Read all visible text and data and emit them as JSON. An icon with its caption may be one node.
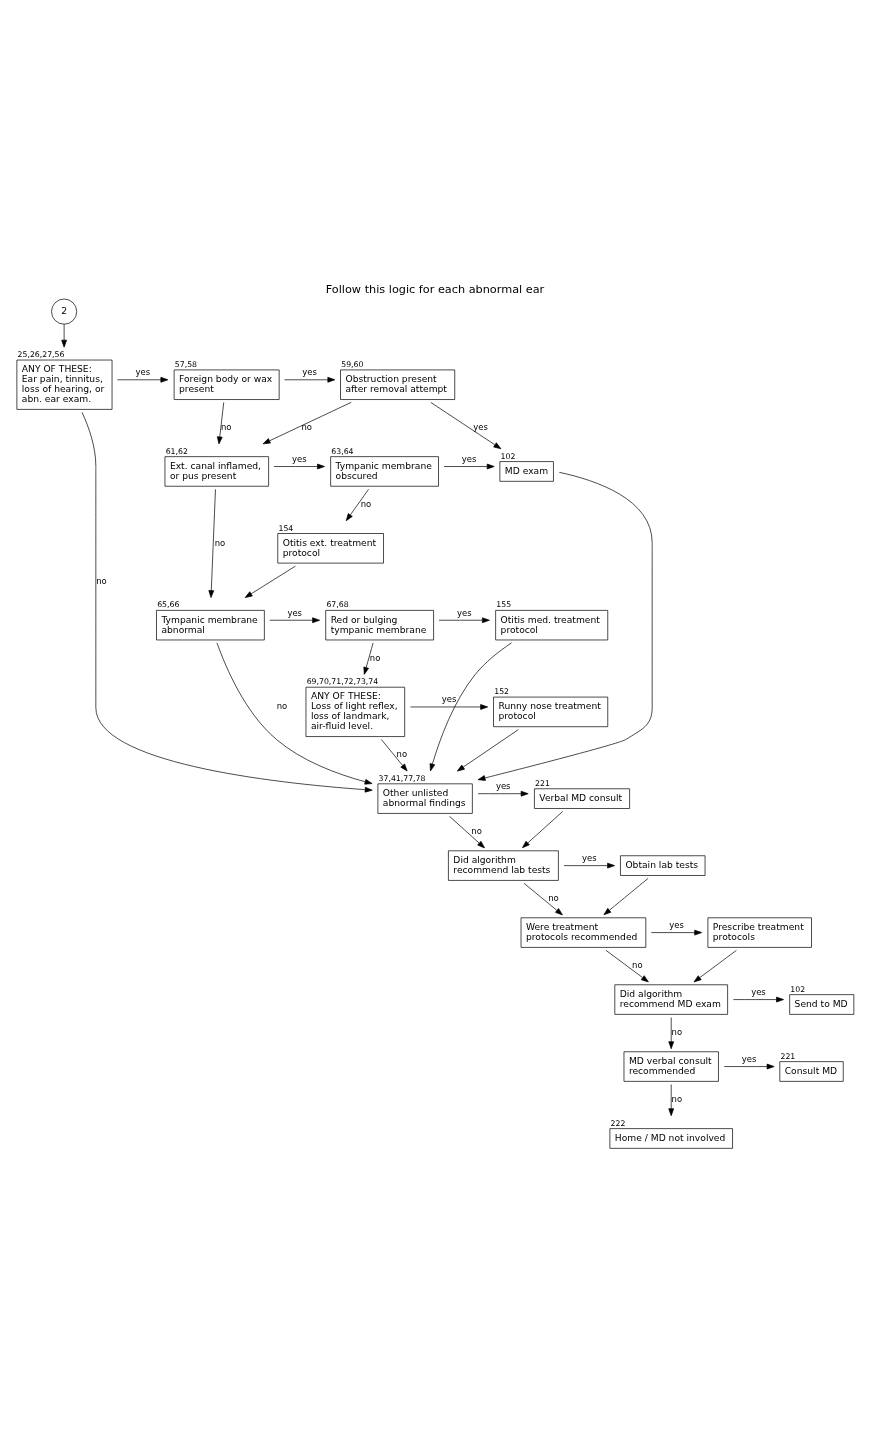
{
  "diagram": {
    "title": "Follow this logic for each abnormal ear",
    "nodes": [
      {
        "text": [
          "2"
        ]
      },
      {
        "text": [
          "ANY OF THESE:",
          "Ear pain, tinnitus, loss of hearing, or abn. ear exam."
        ],
        "beside": [
          "25,26,27,56"
        ]
      },
      {
        "text": [
          "Foreign body or wax present"
        ],
        "beside": [
          "57,58"
        ]
      },
      {
        "text": [
          "Obstruction present after removal attempt"
        ],
        "beside": [
          "59,60"
        ]
      },
      {
        "text": [
          "Ext. canal inflamed, or pus present"
        ],
        "beside": [
          "61,62"
        ]
      },
      {
        "text": [
          "Tympanic membrane obscured"
        ],
        "beside": [
          "63,64"
        ]
      },
      {
        "text": [
          "MD exam"
        ],
        "beside": [
          "102"
        ]
      },
      {
        "text": [
          "Otitis ext. treatment protocol"
        ],
        "beside": [
          "154"
        ]
      },
      {
        "text": [
          "Tympanic membrane abnormal"
        ],
        "beside": [
          "65,66"
        ]
      },
      {
        "text": [
          "Red or bulging tympanic membrane"
        ],
        "beside": [
          "67,68"
        ]
      },
      {
        "text": [
          "Otitis med. treatment protocol"
        ],
        "beside": [
          "155"
        ]
      },
      {
        "text": [
          "ANY OF THESE:",
          "Loss of light reflex, loss of landmark, air-fluid level."
        ],
        "beside": [
          "69,70,71,72,73,74"
        ]
      },
      {
        "text": [
          "Runny nose treatment protocol"
        ],
        "beside": [
          "152"
        ]
      },
      {
        "text": [
          "Other unlisted abnormal findings"
        ],
        "beside": [
          "37,41,77,78"
        ]
      },
      {
        "text": [
          "Verbal MD consult"
        ],
        "beside": [
          "221"
        ]
      },
      {
        "text": [
          "Did algorithm recommend lab tests"
        ]
      },
      {
        "text": [
          "Obtain lab tests"
        ]
      },
      {
        "text": [
          "Were treatment protocols recommended"
        ]
      },
      {
        "text": [
          "Prescribe treatment protocols"
        ]
      },
      {
        "text": [
          "Did algorithm recommend MD exam"
        ]
      },
      {
        "text": [
          "Send to MD"
        ],
        "beside": [
          "102"
        ]
      },
      {
        "text": [
          "MD verbal consult recommended"
        ]
      },
      {
        "text": [
          "Consult MD"
        ],
        "beside": [
          "221"
        ]
      },
      {
        "text": [
          "Home / MD not involved"
        ],
        "beside": [
          "222"
        ]
      }
    ],
    "edges": [
      {
        "from": 0,
        "to": 1,
        "arrow": "to"
      },
      {
        "from": 1,
        "to": 2,
        "arrow": "to",
        "label": "yes"
      },
      {
        "from": 2,
        "to": 3,
        "arrow": "to",
        "label": "yes"
      },
      {
        "from": 3,
        "to": 6,
        "arrow": "to",
        "label": "yes"
      },
      {
        "from": 3,
        "to": 4,
        "arrow": "to",
        "label": "no"
      },
      {
        "from": 2,
        "to": 4,
        "arrow": "to",
        "label": "no"
      },
      {
        "from": 4,
        "to": 5,
        "arrow": "to",
        "label": "yes"
      },
      {
        "from": 5,
        "to": 6,
        "arrow": "to",
        "label": "yes"
      },
      {
        "from": 5,
        "to": 7,
        "arrow": "to",
        "label": "no"
      },
      {
        "from": 4,
        "to": 8,
        "arrow": "to",
        "label": "no"
      },
      {
        "from": 7,
        "to": 8,
        "arrow": "to"
      },
      {
        "from": 8,
        "to": 9,
        "arrow": "to",
        "label": "yes"
      },
      {
        "from": 9,
        "to": 10,
        "arrow": "to",
        "label": "yes"
      },
      {
        "from": 9,
        "to": 11,
        "arrow": "to",
        "label": "no"
      },
      {
        "from": 11,
        "to": 12,
        "arrow": "to",
        "label": "yes"
      },
      {
        "from": 1,
        "to": 13,
        "arrow": "to",
        "label": "no"
      },
      {
        "from": 8,
        "to": 13,
        "arrow": "to",
        "label": "no"
      },
      {
        "from": 11,
        "to": 13,
        "arrow": "to",
        "label": "no"
      },
      {
        "from": 6,
        "to": 13,
        "arrow": "to"
      },
      {
        "from": 10,
        "to": 13,
        "arrow": "to"
      },
      {
        "from": 12,
        "to": 13,
        "arrow": "to"
      },
      {
        "from": 13,
        "to": 14,
        "arrow": "to",
        "label": "yes"
      },
      {
        "from": 13,
        "to": 15,
        "arrow": "to",
        "label": "no"
      },
      {
        "from": 14,
        "to": 15,
        "arrow": "to"
      },
      {
        "from": 15,
        "to": 16,
        "arrow": "to",
        "label": "yes"
      },
      {
        "from": 15,
        "to": 17,
        "arrow": "to",
        "label": "no"
      },
      {
        "from": 16,
        "to": 17,
        "arrow": "to"
      },
      {
        "from": 17,
        "to": 18,
        "arrow": "to",
        "label": "yes"
      },
      {
        "from": 17,
        "to": 19,
        "arrow": "to",
        "label": "no"
      },
      {
        "from": 18,
        "to": 19,
        "arrow": "to"
      },
      {
        "from": 19,
        "to": 20,
        "arrow": "to",
        "label": "yes"
      },
      {
        "from": 19,
        "to": 21,
        "arrow": "to",
        "label": "no"
      },
      {
        "from": 21,
        "to": 22,
        "arrow": "to",
        "label": "yes"
      },
      {
        "from": 21,
        "to": 23,
        "arrow": "to",
        "label": "no"
      }
    ]
  }
}
